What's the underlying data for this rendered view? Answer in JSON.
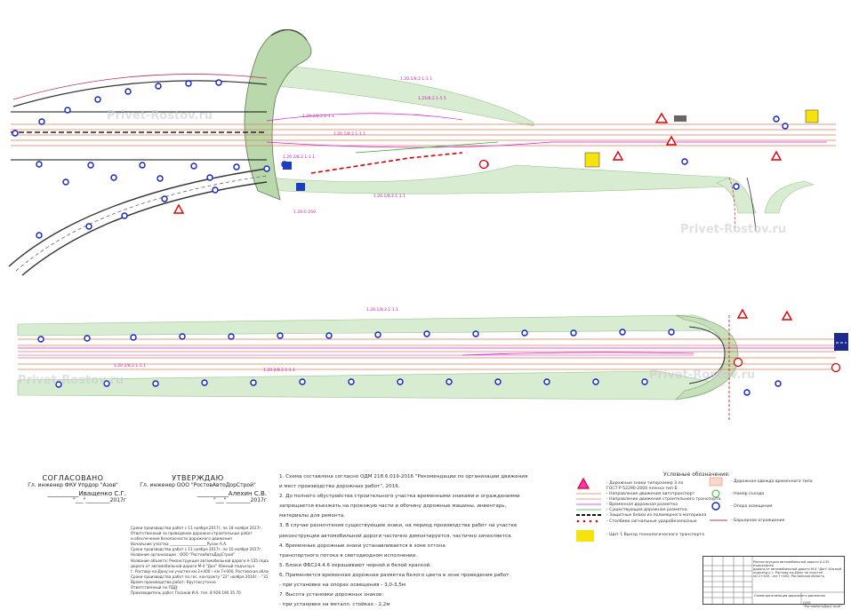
{
  "watermark": "Privet-Rostov.ru",
  "plan_labels": {
    "sign_1": "1.20.1/8.2.1-1.1",
    "sign_2": "1.25/8.2.1-5.5",
    "sign_3": "1.20.2/8.2.1-1.1",
    "sign_4": "1.20.1/8.2.1-1.1",
    "sign_5": "1.20.2/8.2.1-1.1",
    "sign_6": "1.20.1/8.2.1-1.1",
    "sign_7": "1.20-C-250",
    "lower_1": "1.20.1/8.2.1-1.1",
    "lower_2": "1.20.2/8.2.1-1.1",
    "lower_3": "1.20.2/8.2.1-1.1"
  },
  "approved": {
    "heading": "СОГЛАСОВАНО",
    "title": "Гл. инженер ФКУ Упрдор \"Азов\"",
    "name": "__________Иващенко С.Г.",
    "date": "\"___\"_________2017г"
  },
  "confirmed": {
    "heading": "УТВЕРЖДАЮ",
    "title": "Гл. инженер ООО \"РостовАвтоДорСтрой\"",
    "name": "__________Алехин С.В.",
    "date": "\"___\"_________2017г"
  },
  "info_lines": [
    "Сроки производства работ с 11 ноября 2017г. по 18 ноября 2017г.",
    "Ответственный за проведение дорожно-строительных работ",
    "и обеспечение безопасности дорожного движения",
    "Начальник участка ____________________Русин А.А.",
    "",
    "Сроки производства работ с 11 ноября 2017г. по 10 ноября 2017г.",
    "Название организации : ООО \"РостовАвтоДорСтрой\"",
    "Название объекта: Реконструкция автомобильной дороги А-135 подъездная",
    "дорога от автомобильной дороги М-4 \"Дон\" Южный подъезд к",
    "г. Ростову-на-Дону на участке км 2+400 – км 7+000, Ростовская область",
    "Сроки производства работ по гос. контракту \"22\" ноября 2016г. - \"31\" мая 2018 г.",
    "Время производства работ: Круглосуточно",
    "Ответственный по ПДД:",
    "Производитель работ Гасанов И.А. тел. 8 928 190 35 70"
  ],
  "notes": [
    "1. Схема составлена согласно ОДМ 218.6.019-2016 \"Рекомендации по организации движения",
    "и мест производства дорожных работ\", 2016.",
    "2. До полного обустройства строительного участка временными знаками и ограждениями",
    "запрещается въезжать на проезжую части и обочину дорожные машины, инвентарь,",
    "материалы для ремонта.",
    "3. В случае разночтения существующие знаки, на период производства работ на участке",
    "реконструкции автомобильной дороги частично демонтируется, частично зачехляется.",
    "4. Временные дорожные знаки устанавливается в зоне отгона",
    "транспортного потока в светодиодном исполнении.",
    "5. Блоки ФБС24.4.6 окрашивают черной и белой краской.",
    "6. Применяется временная дорожная разметка белого цвета в зоне проведения работ.",
    "- при установке на опорах освещения - 3,0-3,5м",
    "7. Высота установки дорожных знаков:",
    "- при установке на металл. стойках - 2,2м"
  ],
  "legend": {
    "title": "Условные обозначения:",
    "items_left": [
      "- Дорожные знаки типоразмер 3 по",
      "ГОСТ Р 52290-2004 пленка тип Б",
      "- Направление движения автотранспорт",
      "- Направление движения строительного транспорта",
      "- Временная дорожная разметка",
      "- Существующая дорожная разметка",
      "- Защитные блоки из полимерного материала",
      "- Столбики сигнальные удароБезопасные",
      "- Щит 1 Выезд технологического транспорта"
    ],
    "items_right": [
      "- Дорожная одежда временного типа",
      "- Номер съезда",
      "- Опора освещения",
      "- Барьерное ограждение"
    ]
  },
  "stamp": {
    "lines": [
      "Реконструкция автомобильной дороги А-135 подъездная",
      "дорога от автомобильной дороги М-4 \"Дон\" Южный",
      "подъезд к г. Ростову-на-Дону на участке",
      "км 2+400 – км 7+000, Ростовская область"
    ],
    "sheet_title": "Схема организации дорожного движения",
    "org": "ООО \"РостовАвтоДорСтрой\""
  },
  "colors": {
    "road": "#e07a54",
    "temp_marking": "#e21ad8",
    "green_verge": "#cfe6c4",
    "pole": "#1322c4",
    "barrier": "#c0306a"
  }
}
